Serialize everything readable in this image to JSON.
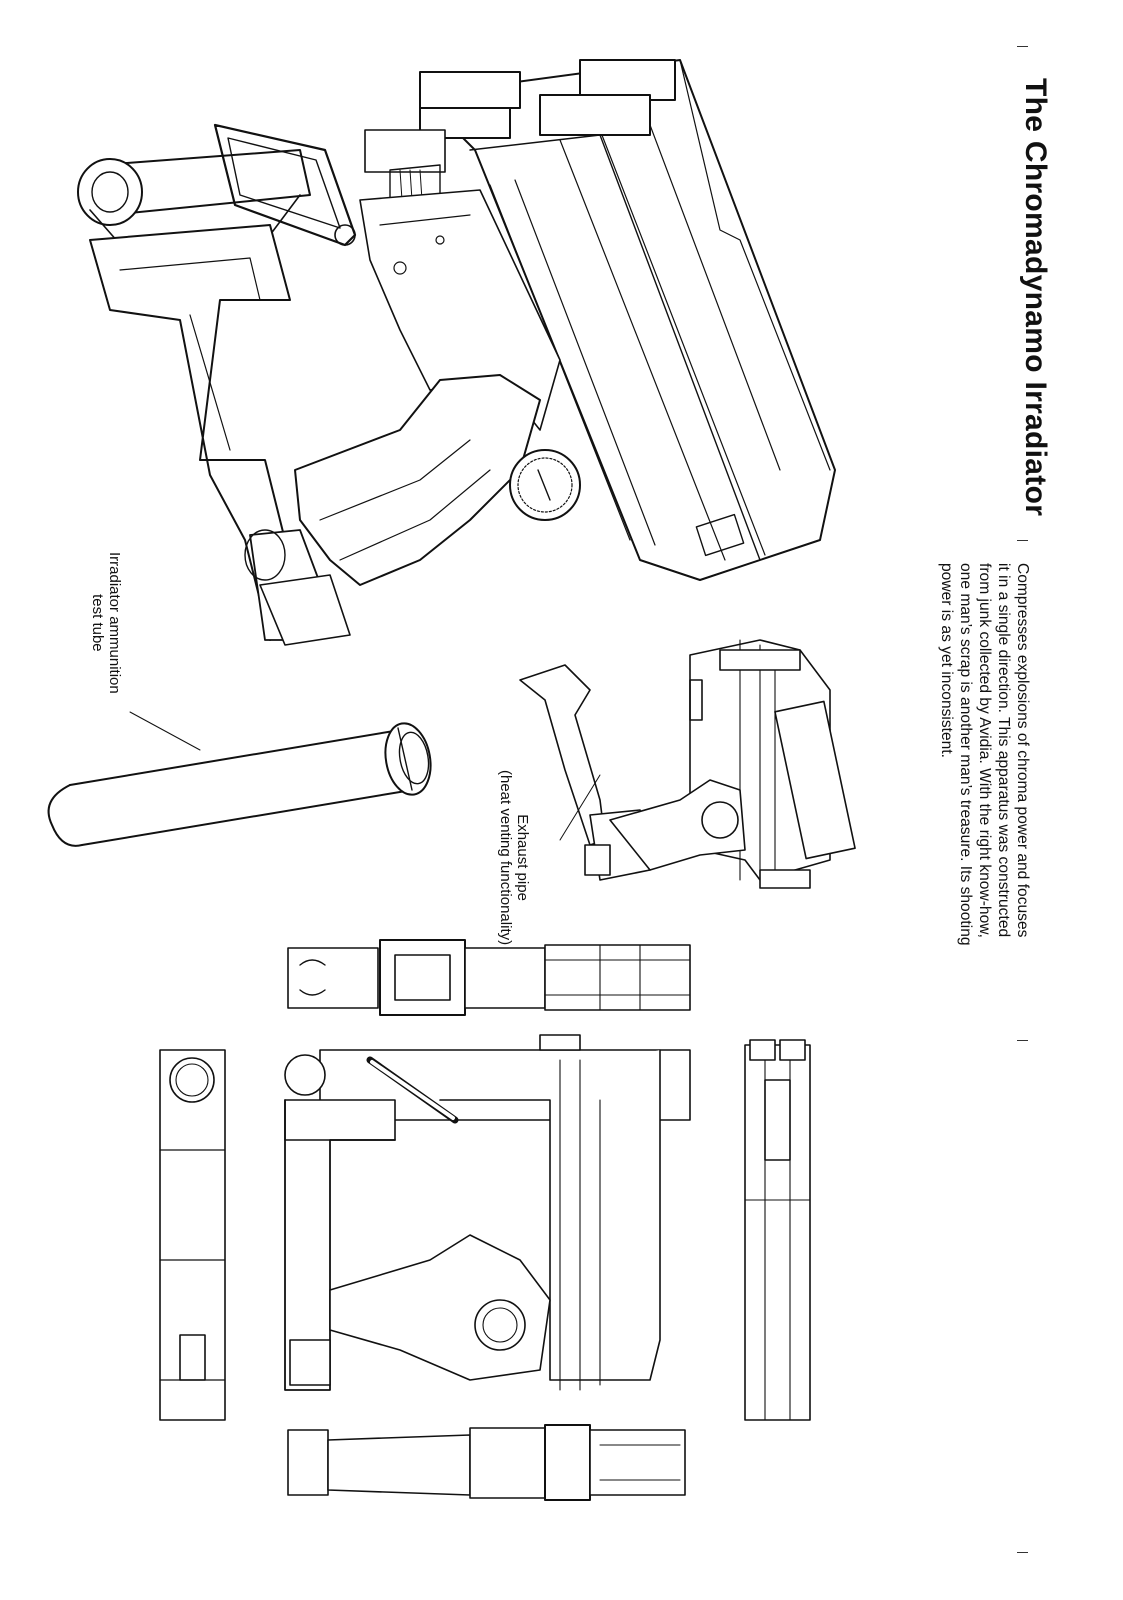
{
  "title": "The Chromadynamo Irradiator",
  "description_lines": [
    "Compresses explosions of chroma power and focuses",
    "it in a single direction. This apparatus was constructed",
    "from junk collected by Avidia. With the right know-how,",
    "one man’s scrap is another man’s treasure. Its shooting",
    "power is as yet inconsistent."
  ],
  "labels": {
    "test_tube": [
      "Irradiator ammunition",
      "test tube"
    ],
    "exhaust_pipe": [
      "Exhaust pipe",
      "(heat venting functionality)"
    ]
  },
  "colors": {
    "ink": "#111111",
    "background": "#ffffff"
  }
}
